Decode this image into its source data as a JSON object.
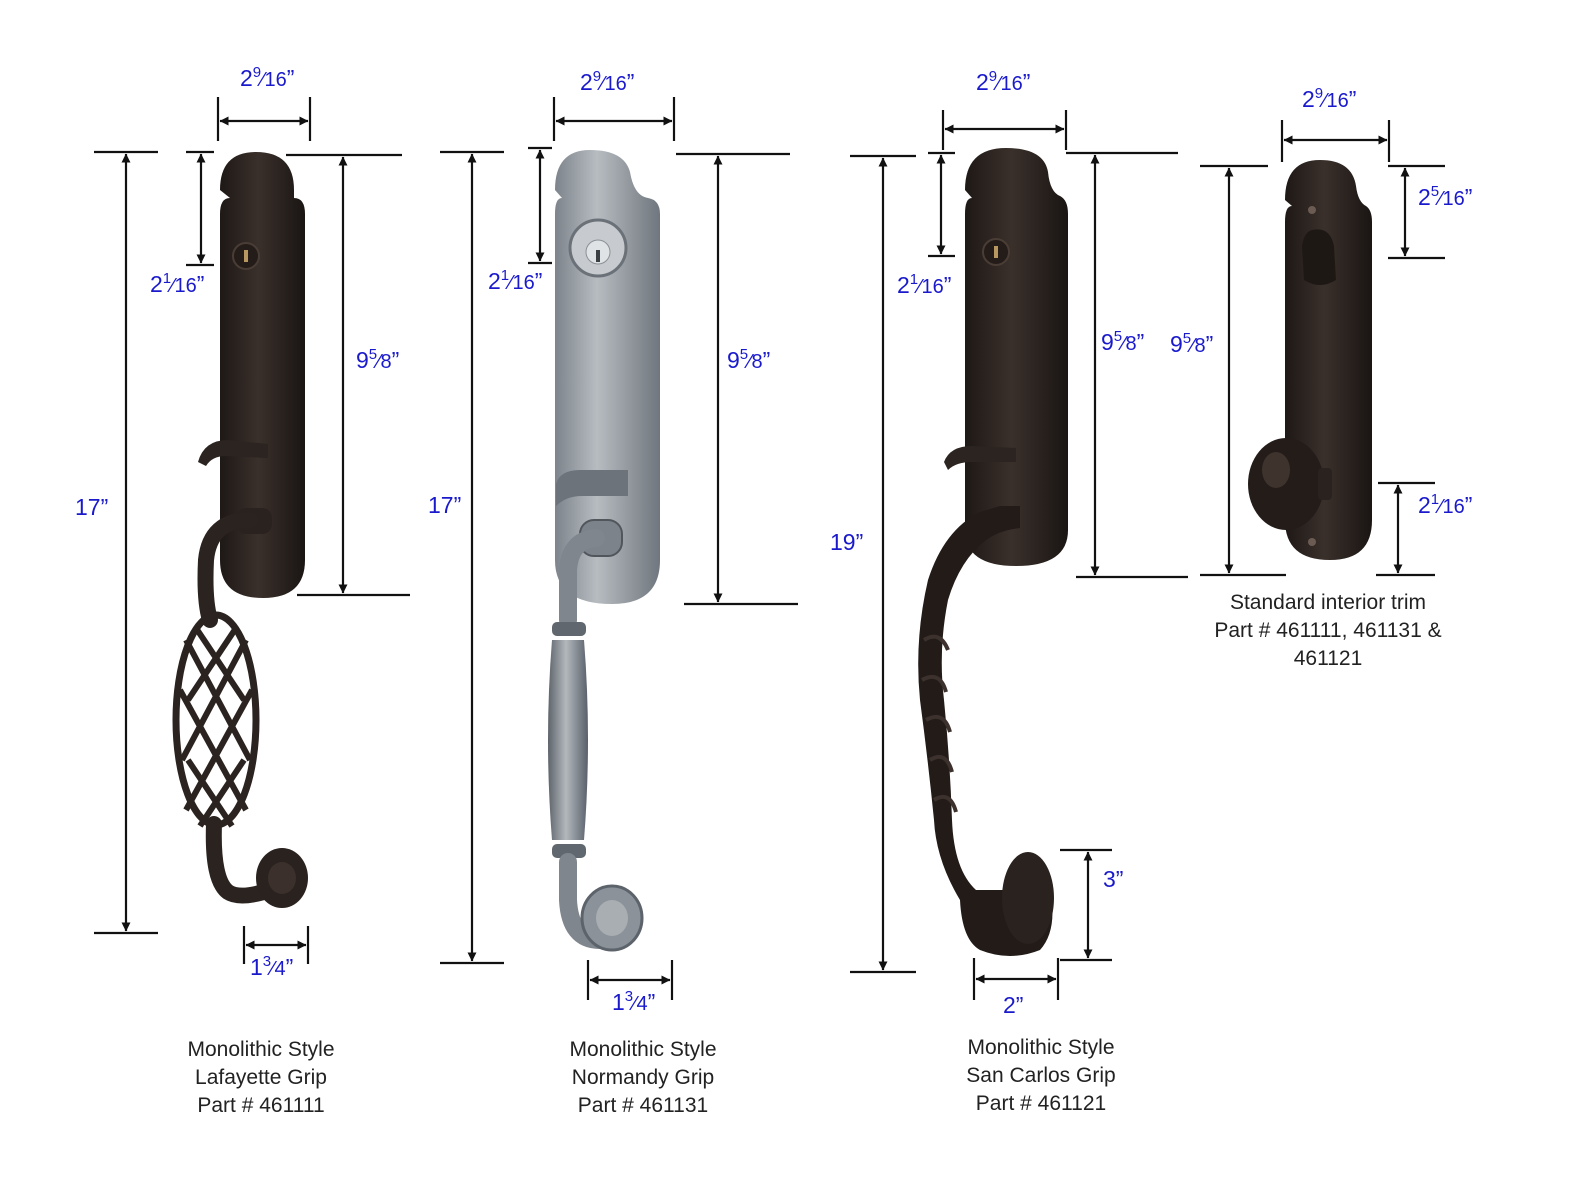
{
  "colors": {
    "dimension_text": "#1a1acc",
    "dimension_line": "#111111",
    "bronze_finish": "#2e2622",
    "pewter_finish": "#9aa0a6",
    "caption_text": "#222222"
  },
  "products": [
    {
      "finish": "oil-rubbed bronze",
      "caption": [
        "Monolithic Style",
        "Lafayette Grip",
        "Part # 461111"
      ],
      "dims": {
        "width_plate": {
          "whole": "2",
          "num": "9",
          "den": "16",
          "unit": "”"
        },
        "height_overall": {
          "whole": "17",
          "num": "",
          "den": "",
          "unit": "”"
        },
        "plate_to_cylinder": {
          "whole": "2",
          "num": "1",
          "den": "16",
          "unit": "”"
        },
        "height_plate": {
          "whole": "9",
          "num": "5",
          "den": "8",
          "unit": "”"
        },
        "grip_base": {
          "whole": "1",
          "num": "3",
          "den": "4",
          "unit": "”"
        }
      }
    },
    {
      "finish": "pewter",
      "caption": [
        "Monolithic Style",
        "Normandy Grip",
        "Part # 461131"
      ],
      "dims": {
        "width_plate": {
          "whole": "2",
          "num": "9",
          "den": "16",
          "unit": "”"
        },
        "height_overall": {
          "whole": "17",
          "num": "",
          "den": "",
          "unit": "”"
        },
        "plate_to_cylinder": {
          "whole": "2",
          "num": "1",
          "den": "16",
          "unit": "”"
        },
        "height_plate": {
          "whole": "9",
          "num": "5",
          "den": "8",
          "unit": "”"
        },
        "grip_base": {
          "whole": "1",
          "num": "3",
          "den": "4",
          "unit": "”"
        }
      }
    },
    {
      "finish": "oil-rubbed bronze",
      "caption": [
        "Monolithic Style",
        "San Carlos Grip",
        "Part # 461121"
      ],
      "dims": {
        "width_plate": {
          "whole": "2",
          "num": "9",
          "den": "16",
          "unit": "”"
        },
        "height_overall": {
          "whole": "19",
          "num": "",
          "den": "",
          "unit": "”"
        },
        "plate_to_cylinder": {
          "whole": "2",
          "num": "1",
          "den": "16",
          "unit": "”"
        },
        "height_plate": {
          "whole": "9",
          "num": "5",
          "den": "8",
          "unit": "”"
        },
        "grip_bottom_height": {
          "whole": "3",
          "num": "",
          "den": "",
          "unit": "”"
        },
        "grip_base": {
          "whole": "2",
          "num": "",
          "den": "",
          "unit": "”"
        }
      }
    },
    {
      "finish": "oil-rubbed bronze",
      "caption": [
        "Standard interior trim",
        "Part # 461111, 461131 &",
        "461121"
      ],
      "dims": {
        "width_plate": {
          "whole": "2",
          "num": "9",
          "den": "16",
          "unit": "”"
        },
        "top_to_thumbturn": {
          "whole": "2",
          "num": "5",
          "den": "16",
          "unit": "”"
        },
        "height_plate": {
          "whole": "9",
          "num": "5",
          "den": "8",
          "unit": "”"
        },
        "knob_to_bottom": {
          "whole": "2",
          "num": "1",
          "den": "16",
          "unit": "”"
        }
      }
    }
  ]
}
